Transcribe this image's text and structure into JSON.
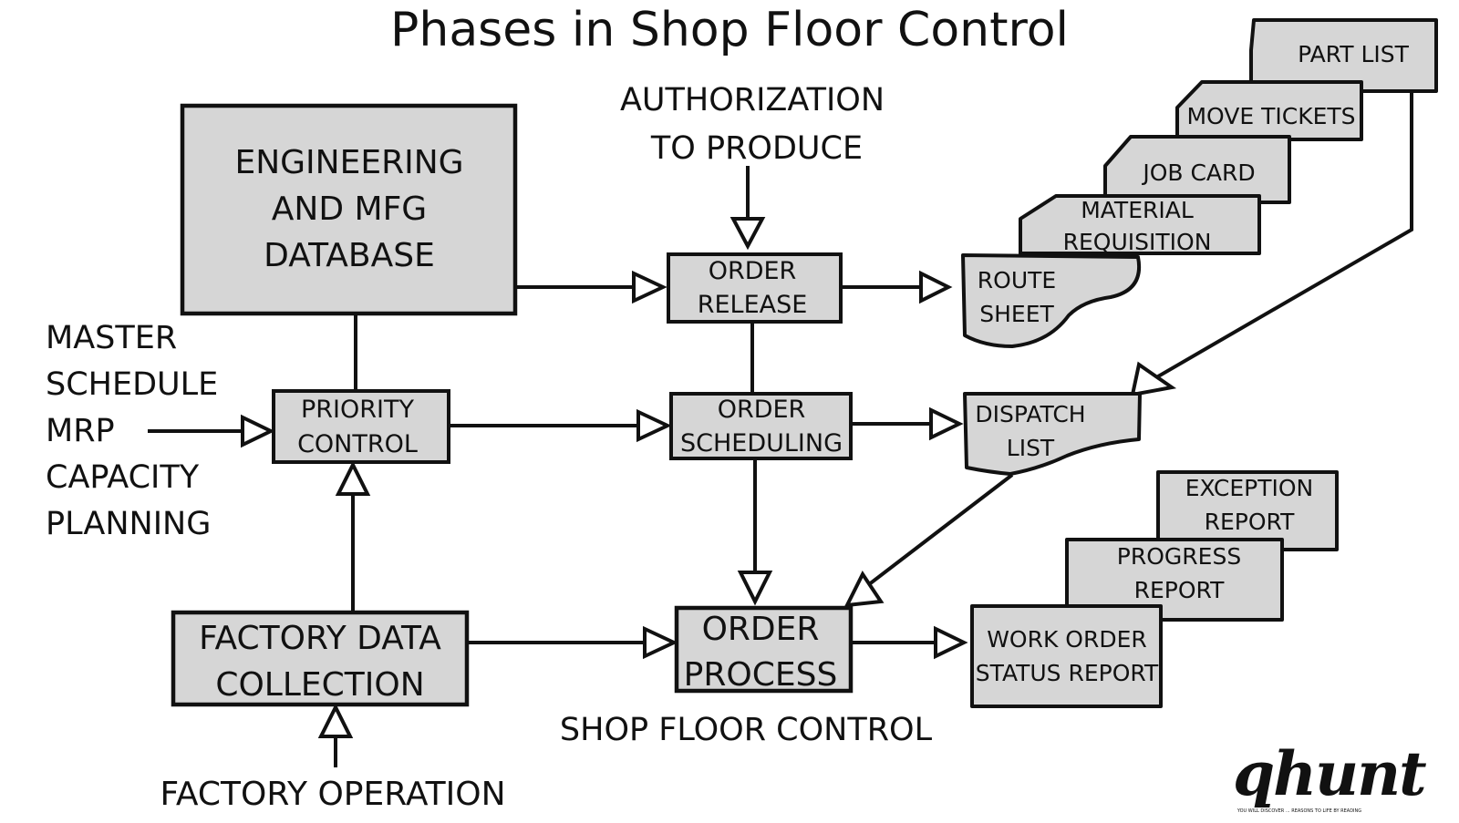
{
  "title": "Phases in Shop Floor Control",
  "inputs": {
    "authorization": [
      "AUTHORIZATION",
      "TO PRODUCE"
    ],
    "left_side": [
      "MASTER",
      "SCHEDULE",
      "MRP",
      "CAPACITY",
      "PLANNING"
    ],
    "factory_operation": "FACTORY OPERATION"
  },
  "boxes": {
    "engineering_db": [
      "ENGINEERING",
      "AND MFG",
      "DATABASE"
    ],
    "priority_control": [
      "PRIORITY",
      "CONTROL"
    ],
    "factory_data_collection": [
      "FACTORY DATA",
      "COLLECTION"
    ],
    "order_release": [
      "ORDER",
      "RELEASE"
    ],
    "order_scheduling": [
      "ORDER",
      "SCHEDULING"
    ],
    "order_process": [
      "ORDER",
      "PROCESS"
    ]
  },
  "documents": {
    "part_list": "PART LIST",
    "move_tickets": "MOVE TICKETS",
    "job_card": "JOB CARD",
    "material_requisition": [
      "MATERIAL",
      "REQUISITION"
    ],
    "route_sheet": [
      "ROUTE",
      "SHEET"
    ],
    "dispatch_list": [
      "DISPATCH",
      "LIST"
    ],
    "exception_report": [
      "EXCEPTION",
      "REPORT"
    ],
    "progress_report": [
      "PROGRESS",
      "REPORT"
    ],
    "work_order_status_report": [
      "WORK ORDER",
      "STATUS REPORT"
    ]
  },
  "caption": "SHOP FLOOR CONTROL",
  "logo": {
    "text": "qhunt",
    "tagline": "YOU WILL DISCOVER ... REASONS TO LIFE BY READING"
  }
}
